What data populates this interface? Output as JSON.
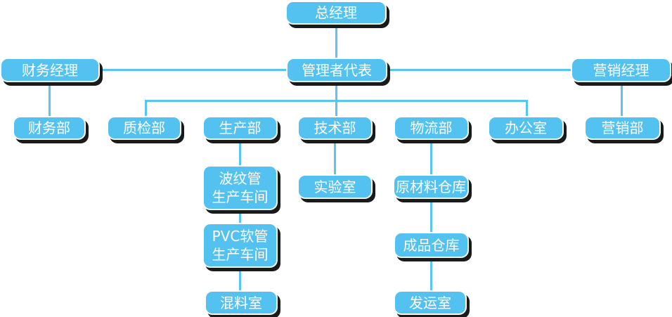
{
  "org_chart": {
    "colors": {
      "node_fill": "#54C2F0",
      "node_text": "#FFFFFF",
      "connector": "#5BC5F2",
      "node_shadow": "#1A1A1A",
      "background": "#FFFFFF"
    },
    "nodes": {
      "general_manager": {
        "label": "总经理"
      },
      "finance_manager": {
        "label": "财务经理"
      },
      "management_rep": {
        "label": "管理者代表"
      },
      "marketing_manager": {
        "label": "营销经理"
      },
      "finance_dept": {
        "label": "财务部"
      },
      "qc_dept": {
        "label": "质检部"
      },
      "production_dept": {
        "label": "生产部"
      },
      "tech_dept": {
        "label": "技术部"
      },
      "logistics_dept": {
        "label": "物流部"
      },
      "office": {
        "label": "办公室"
      },
      "marketing_dept": {
        "label": "营销部"
      },
      "corrugated_workshop": {
        "label_line1": "波纹管",
        "label_line2": "生产车间"
      },
      "lab": {
        "label": "实验室"
      },
      "raw_material_warehouse": {
        "label": "原材料仓库"
      },
      "pvc_workshop": {
        "label_line1": "PVC软管",
        "label_line2": "生产车间"
      },
      "finished_warehouse": {
        "label": "成品仓库"
      },
      "mixing_room": {
        "label": "混料室"
      },
      "shipping_room": {
        "label": "发运室"
      }
    },
    "edges": [
      {
        "from": "general_manager",
        "to": "management_rep"
      },
      {
        "from": "finance_manager",
        "to": "management_rep"
      },
      {
        "from": "management_rep",
        "to": "marketing_manager"
      },
      {
        "from": "finance_manager",
        "to": "finance_dept"
      },
      {
        "from": "management_rep",
        "to": "qc_dept"
      },
      {
        "from": "management_rep",
        "to": "tech_dept"
      },
      {
        "from": "management_rep",
        "to": "office"
      },
      {
        "from": "marketing_manager",
        "to": "marketing_dept"
      },
      {
        "from": "production_dept",
        "to": "corrugated_workshop"
      },
      {
        "from": "corrugated_workshop",
        "to": "pvc_workshop"
      },
      {
        "from": "pvc_workshop",
        "to": "mixing_room"
      },
      {
        "from": "tech_dept",
        "to": "lab"
      },
      {
        "from": "logistics_dept",
        "to": "raw_material_warehouse"
      },
      {
        "from": "raw_material_warehouse",
        "to": "finished_warehouse"
      },
      {
        "from": "finished_warehouse",
        "to": "shipping_room"
      }
    ]
  }
}
